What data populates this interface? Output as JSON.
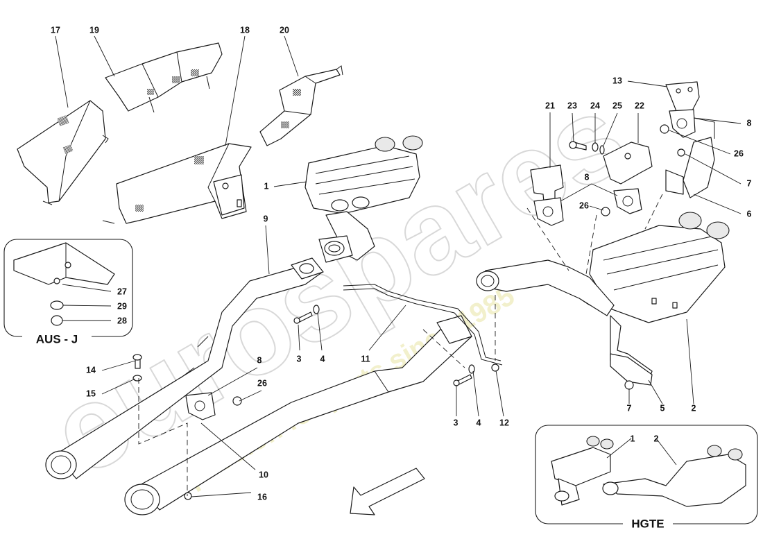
{
  "watermark": {
    "brand": "eurospares",
    "tagline": "a passion for parts since 1985"
  },
  "insets": {
    "aus": "AUS - J",
    "hgte": "HGTE"
  },
  "callouts": {
    "c17": "17",
    "c19": "19",
    "c18": "18",
    "c20": "20",
    "c13": "13",
    "c21": "21",
    "c23": "23",
    "c24": "24",
    "c25": "25",
    "c22": "22",
    "c8a": "8",
    "c26a": "26",
    "c7a": "7",
    "c6": "6",
    "c1": "1",
    "c8b": "8",
    "c26b": "26",
    "c9": "9",
    "c27": "27",
    "c29": "29",
    "c28": "28",
    "c3a": "3",
    "c4a": "4",
    "c11": "11",
    "c14": "14",
    "c15": "15",
    "c8c": "8",
    "c26c": "26",
    "c3b": "3",
    "c4b": "4",
    "c12": "12",
    "c7b": "7",
    "c5": "5",
    "c2": "2",
    "c10": "10",
    "c16": "16",
    "c1h": "1",
    "c2h": "2"
  },
  "colors": {
    "line": "#1a1a1a",
    "shade": "#e9e9e9",
    "watermark_outline": "#d8d8d8",
    "watermark_fill": "#f0eec4"
  }
}
